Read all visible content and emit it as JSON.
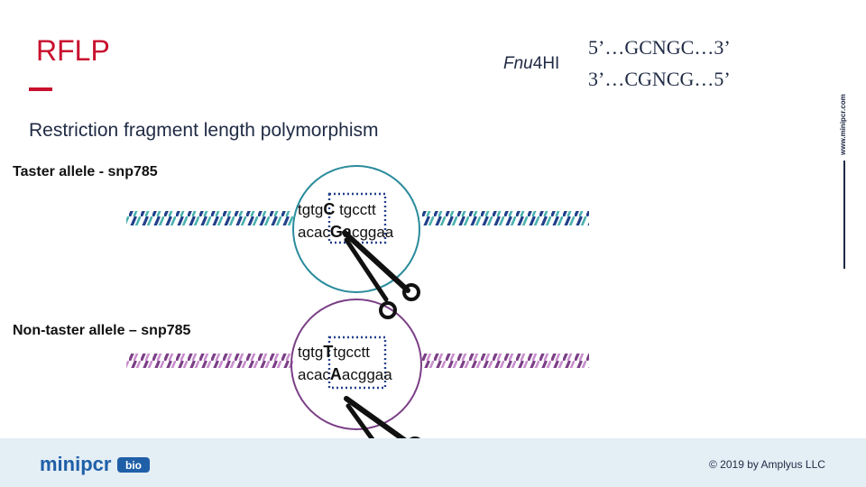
{
  "slide": {
    "title": "RFLP",
    "subtitle": "Restriction fragment length polymorphism"
  },
  "enzyme": {
    "name_italic": "Fnu",
    "name_rest": "4HI",
    "site_top": "5’…GCNGC…3’",
    "site_bottom": "3’…CGNCG…5’"
  },
  "side_label": "www.minipcr.com",
  "alleles": [
    {
      "label": "Taster allele - snp785",
      "top_left": "tgtg",
      "top_snp": "C",
      "top_right": " tgcctt",
      "bottom_left": "acac",
      "bottom_snp": "Ga",
      "bottom_right": "cggaa"
    },
    {
      "label": "Non-taster allele – snp785",
      "top_left": "tgtg",
      "top_snp": "T",
      "top_right": "tgcctt",
      "bottom_left": "acac",
      "bottom_snp": "A",
      "bottom_right": "acggaa"
    }
  ],
  "footer": {
    "logo_text": "minipcr",
    "logo_badge": "bio",
    "copyright": "© 2019 by Amplyus LLC"
  },
  "colors": {
    "title": "#c8102e",
    "teal_circle": "#2a8c9c",
    "purple_circle": "#7b3f86",
    "dna_strand_a": "#22408a",
    "dna_strand_b": "#2aa5a0",
    "dna_strand_c": "#7b3f86",
    "dna_strand_d": "#c07bc6",
    "box_dots": "#22408a",
    "footer_bg": "#e3eef5",
    "logo_blue": "#1f5fa8"
  }
}
